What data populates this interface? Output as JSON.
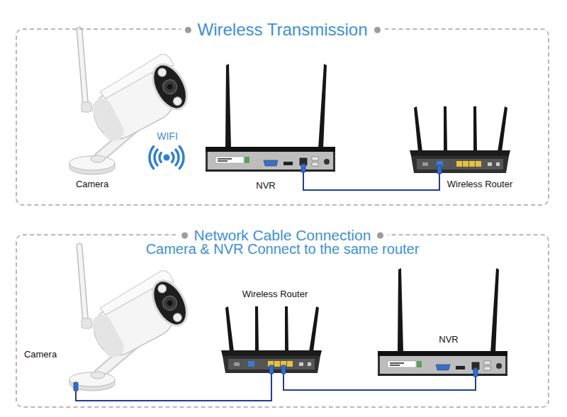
{
  "diagram": {
    "nodes": [
      {
        "text": [
          "Wireless Transmission"
        ]
      },
      {
        "text": [
          "Camera"
        ],
        "in": 0
      },
      {
        "text": [
          "NVR"
        ],
        "in": 0
      },
      {
        "text": [
          "Wireless Router"
        ],
        "in": 0
      },
      {
        "text": [
          "Network Cable Connection",
          "Camera & NVR Connect to the same router"
        ]
      },
      {
        "text": [
          "Camera"
        ],
        "in": 4
      },
      {
        "text": [
          "Wireless Router"
        ],
        "in": 4
      },
      {
        "text": [
          "NVR"
        ],
        "in": 4
      }
    ],
    "edges": [
      {
        "from": 2,
        "to": 3,
        "arrow": "none"
      },
      {
        "from": 5,
        "to": 6,
        "arrow": "none"
      },
      {
        "from": 6,
        "to": 7,
        "arrow": "none"
      }
    ],
    "labels": [
      "WIFI"
    ]
  }
}
